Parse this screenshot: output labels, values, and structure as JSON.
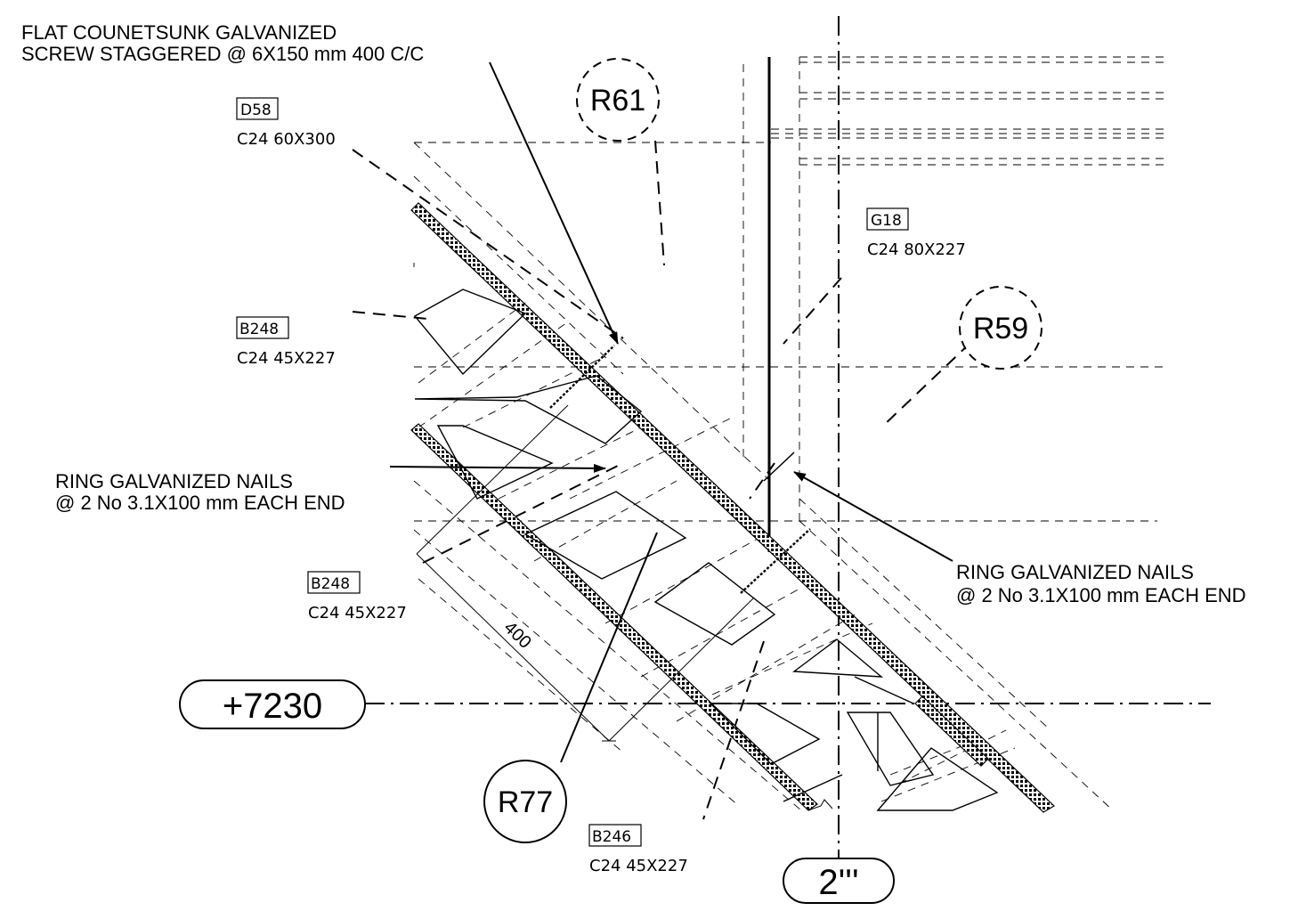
{
  "notes": {
    "screw_line1": "FLAT COUNETSUNK GALVANIZED",
    "screw_line2": "SCREW STAGGERED  @ 6X150 mm 400 C/C",
    "nails_left_line1": "RING GALVANIZED NAILS",
    "nails_left_line2": "@ 2 No 3.1X100 mm EACH END",
    "nails_right_line1": "RING GALVANIZED NAILS",
    "nails_right_line2": "@ 2 No 3.1X100 mm EACH END"
  },
  "members": [
    {
      "tag": "D58",
      "spec": "C24 60X300"
    },
    {
      "tag": "B248",
      "spec": "C24 45X227"
    },
    {
      "tag": "B248",
      "spec": "C24 45X227"
    },
    {
      "tag": "B246",
      "spec": "C24 45X227"
    },
    {
      "tag": "G18",
      "spec": "C24 80X227"
    }
  ],
  "bubbles": {
    "r61": "R61",
    "r59": "R59",
    "r77": "R77"
  },
  "level": "+7230",
  "grid": "2'''",
  "dimension": "400",
  "icons": [
    "detail-bubble-dashed-icon",
    "detail-bubble-solid-icon",
    "level-marker-icon",
    "grid-marker-icon",
    "arrow-leader-icon"
  ]
}
